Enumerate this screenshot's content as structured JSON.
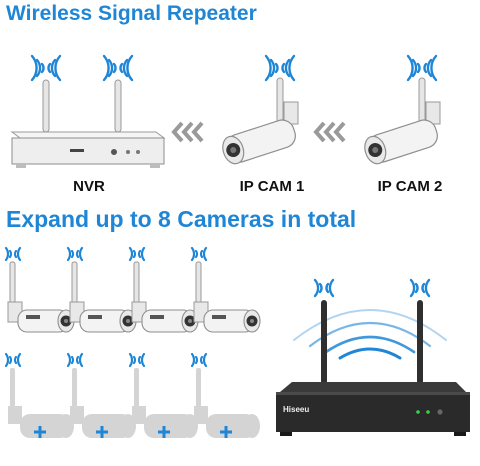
{
  "section_top": {
    "title": "Wireless Signal Repeater"
  },
  "section_bottom": {
    "title": "Expand up to 8 Cameras in total"
  },
  "labels": {
    "nvr": "NVR",
    "cam1": "IP CAM 1",
    "cam2": "IP CAM 2"
  },
  "brand": {
    "logo_text": "Hiseeu"
  },
  "colors": {
    "title_blue": "#1f86d6",
    "signal_blue": "#1f86d6",
    "plus_blue": "#1f86d6",
    "device_black": "#2a2a2a",
    "camera_white": "#f1f1f1",
    "placeholder_gray": "#d4d4d4"
  },
  "icons": [
    "wifi-signal-icon",
    "chevron-left-icon",
    "plus-icon"
  ]
}
